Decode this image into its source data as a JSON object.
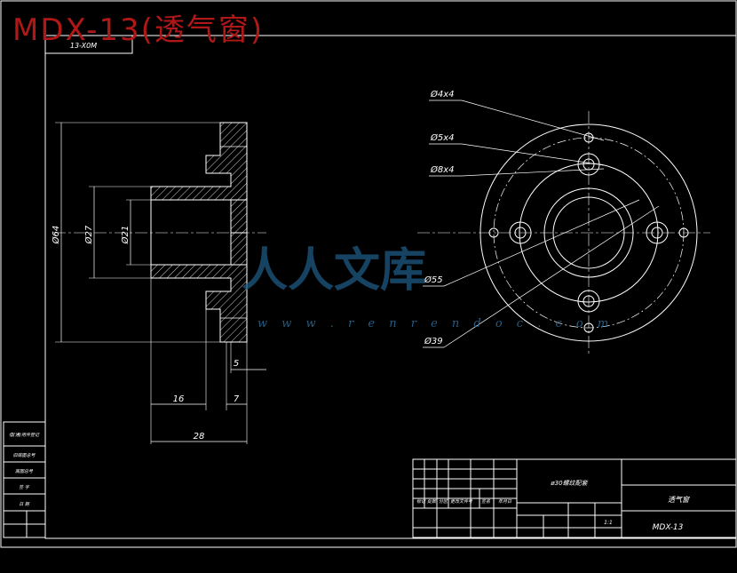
{
  "title": "MDX-13(透气窗)",
  "drawing_code_box": "13-X0M",
  "watermark": {
    "brand": "人人文库",
    "url": "w w w . r e n r e n d o c . c o m"
  },
  "dimensions": {
    "d64": "Ø64",
    "d27": "Ø27",
    "d21": "Ø21",
    "d55": "Ø55",
    "d39": "Ø39",
    "holes_4x4": "Ø4x4",
    "holes_5x4": "Ø5x4",
    "holes_8x4": "Ø8x4",
    "len16": "16",
    "len7": "7",
    "len28": "28",
    "len5": "5"
  },
  "title_block": {
    "part_name": "ø30螺纹配套",
    "part_code": "MDX-13",
    "material": "透气窗",
    "scale": "1:1",
    "sheet_marks": [
      "标记",
      "处数",
      "分区",
      "更改文件号",
      "签名",
      "年月日"
    ],
    "side_labels": [
      "借(通)用件登记",
      "旧底图总号",
      "底图总号",
      "签 字",
      "日 期"
    ]
  },
  "colors": {
    "line": "#ffffff",
    "title": "#b01818",
    "watermark": "#1f5a83"
  }
}
